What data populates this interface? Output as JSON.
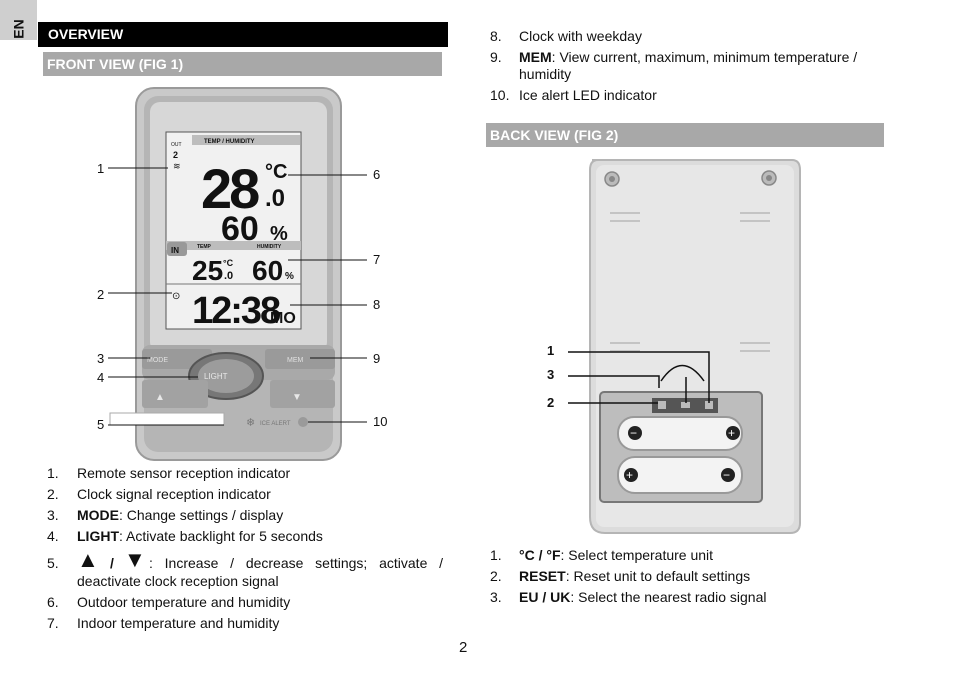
{
  "lang_tab": "EN",
  "overview_title": "OVERVIEW",
  "front_view_title": "FRONT VIEW (FIG 1)",
  "back_view_title": "BACK VIEW (FIG 2)",
  "page_number": "2",
  "front_callouts": [
    "1",
    "2",
    "3",
    "4",
    "5",
    "6",
    "7",
    "8",
    "9",
    "10"
  ],
  "back_callouts": [
    "1",
    "3",
    "2"
  ],
  "display": {
    "outdoor_label": "OUT",
    "outdoor_channel": "2",
    "header_outdoor": "TEMP / HUMIDITY",
    "outdoor_temp": "28",
    "outdoor_temp_decimal": ".0",
    "outdoor_unit": "°C",
    "outdoor_humidity": "60",
    "humidity_unit": "%",
    "indoor_label": "IN",
    "indoor_temp_header": "TEMP",
    "indoor_hum_header": "HUMIDITY",
    "indoor_temp": "25",
    "indoor_temp_decimal": ".0",
    "indoor_unit": "°C",
    "indoor_humidity": "60",
    "time": "12:38",
    "weekday": "MO",
    "mode_button": "MODE",
    "light_button": "LIGHT",
    "mem_button": "MEM",
    "ice_alert_label": "ICE ALERT"
  },
  "front_list": [
    {
      "num": "1.",
      "bold": "",
      "text": "Remote sensor reception indicator"
    },
    {
      "num": "2.",
      "bold": "",
      "text": "Clock signal reception indicator"
    },
    {
      "num": "3.",
      "bold": "MODE",
      "text": ": Change settings / display"
    },
    {
      "num": "4.",
      "bold": "LIGHT",
      "text": ": Activate backlight for 5 seconds"
    },
    {
      "num": "5.",
      "bold": "",
      "text_line1": ":  Increase  /  decrease  settings;  activate  /",
      "sep": "/",
      "text_line2": "deactivate clock reception signal"
    },
    {
      "num": "6.",
      "bold": "",
      "text": "Outdoor temperature and humidity"
    },
    {
      "num": "7.",
      "bold": "",
      "text": "Indoor temperature and humidity"
    }
  ],
  "right_list": [
    {
      "num": "8.",
      "bold": "",
      "text": "Clock with weekday"
    },
    {
      "num": "9.",
      "bold": "MEM",
      "text": ": View current, maximum, minimum temperature /",
      "text_line2": "humidity"
    },
    {
      "num": "10.",
      "bold": "",
      "text": "Ice alert LED indicator"
    }
  ],
  "back_list": [
    {
      "num": "1.",
      "bold": "°C / °F",
      "text": ": Select temperature unit"
    },
    {
      "num": "2.",
      "bold": "RESET",
      "text": ": Reset unit to default settings"
    },
    {
      "num": "3.",
      "bold": "EU / UK",
      "text": ": Select the nearest radio signal"
    }
  ]
}
